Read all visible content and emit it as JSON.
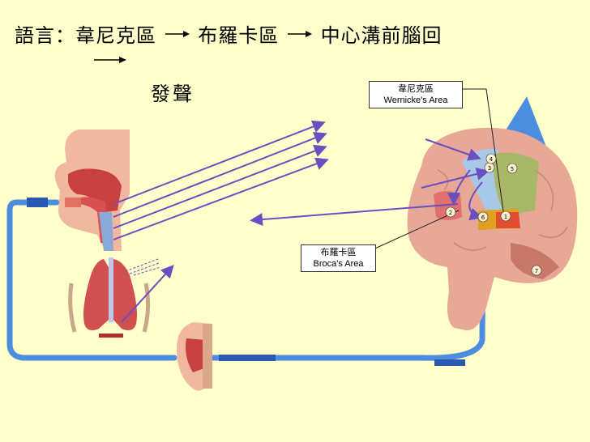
{
  "title": {
    "prefix": "語言：",
    "step1": "韋尼克區",
    "step2": "布羅卡區",
    "step3": "中心溝前腦回",
    "step4": "發聲"
  },
  "labels": {
    "wernicke_zh": "韋尼克區",
    "wernicke_en": "Wernicke's Area",
    "broca_zh": "布羅卡區",
    "broca_en": "Broca's Area"
  },
  "region_numbers": [
    "1",
    "2",
    "3",
    "4",
    "5",
    "6",
    "7"
  ],
  "colors": {
    "background": "#ffffcc",
    "arrow_blue": "#4d8de0",
    "pathway_purple": "#6a4fc0",
    "brain_pink": "#e8a898"
  }
}
